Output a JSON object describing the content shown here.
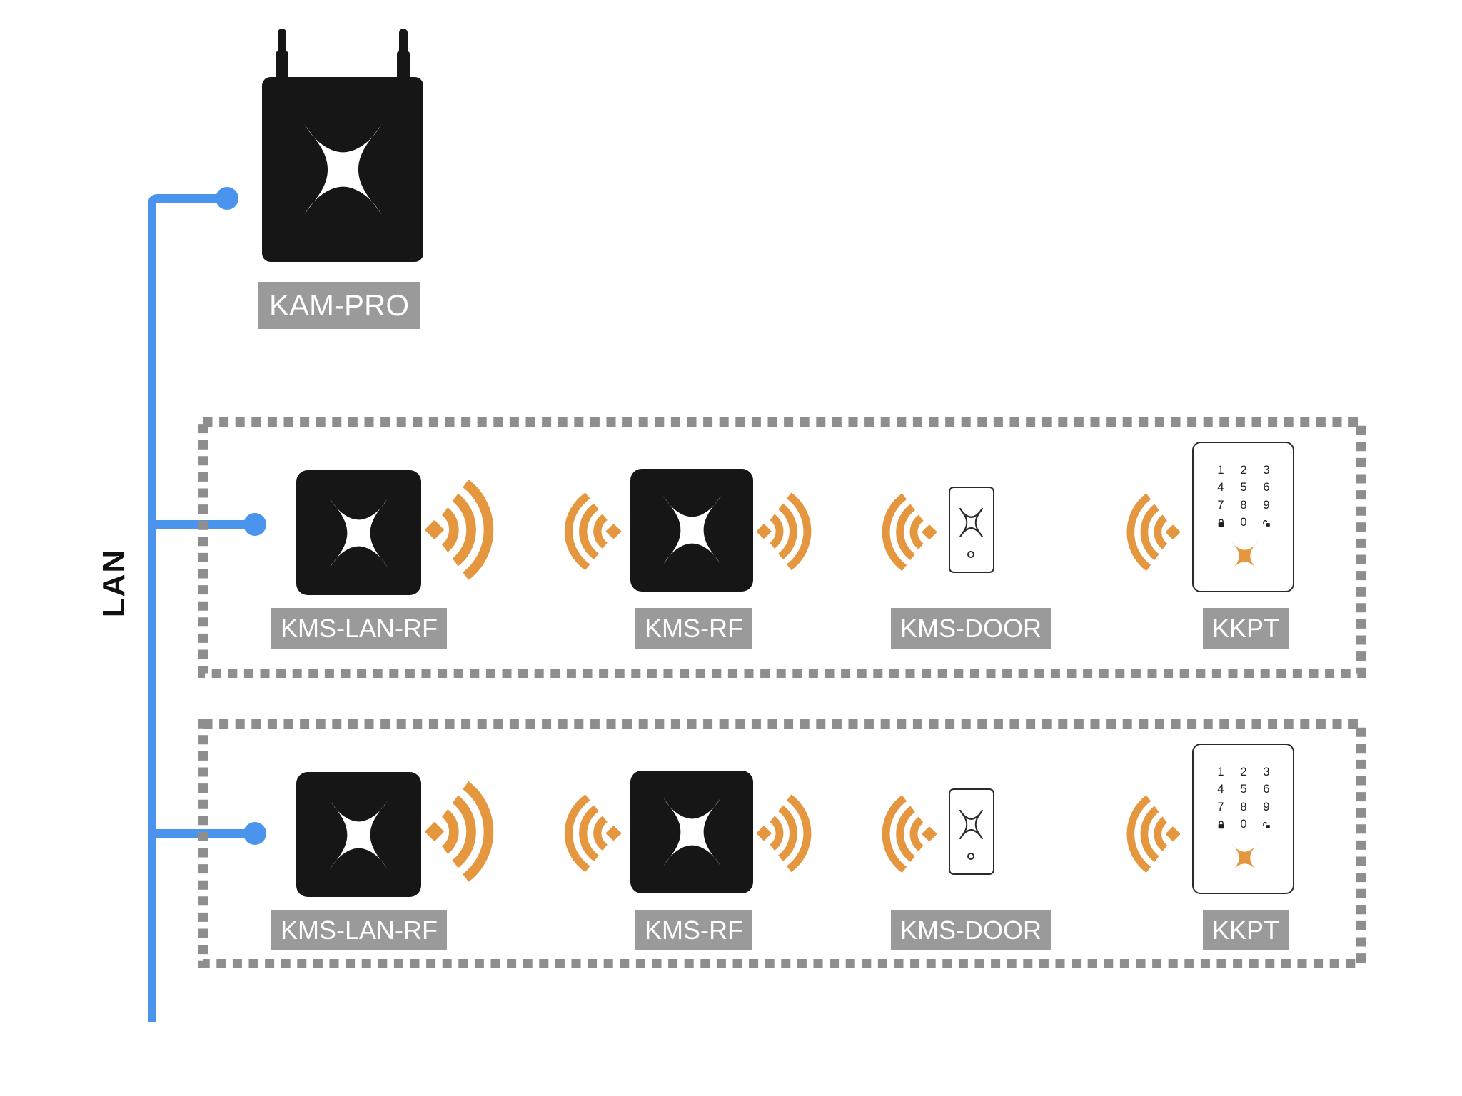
{
  "lan": {
    "label": "LAN"
  },
  "server": {
    "label": "KAM-PRO"
  },
  "groups": [
    {
      "devices": {
        "lan_rf": "KMS-LAN-RF",
        "rf": "KMS-RF",
        "door": "KMS-DOOR",
        "keypad": "KKPT"
      }
    },
    {
      "devices": {
        "lan_rf": "KMS-LAN-RF",
        "rf": "KMS-RF",
        "door": "KMS-DOOR",
        "keypad": "KKPT"
      }
    }
  ],
  "keypad": {
    "digits": [
      [
        "1",
        "2",
        "3"
      ],
      [
        "4",
        "5",
        "6"
      ],
      [
        "7",
        "8",
        "9"
      ]
    ],
    "zero": "0",
    "bottom_left_icon": "lock-icon",
    "bottom_right_icon": "unlock-icon"
  },
  "icons": {
    "rf_signal": "rf-waves-icon",
    "brand_logo": "x-logo-icon",
    "antenna": "antenna-icon",
    "lan_node": "lan-node-dot"
  },
  "colors": {
    "blue": "#4A94EE",
    "orange": "#E5973F",
    "label_bg": "#9A9A9A",
    "dash": "#8E8E8E",
    "device": "#161616",
    "outline": "#2B2B2B",
    "digit": "#1F1F1F"
  }
}
